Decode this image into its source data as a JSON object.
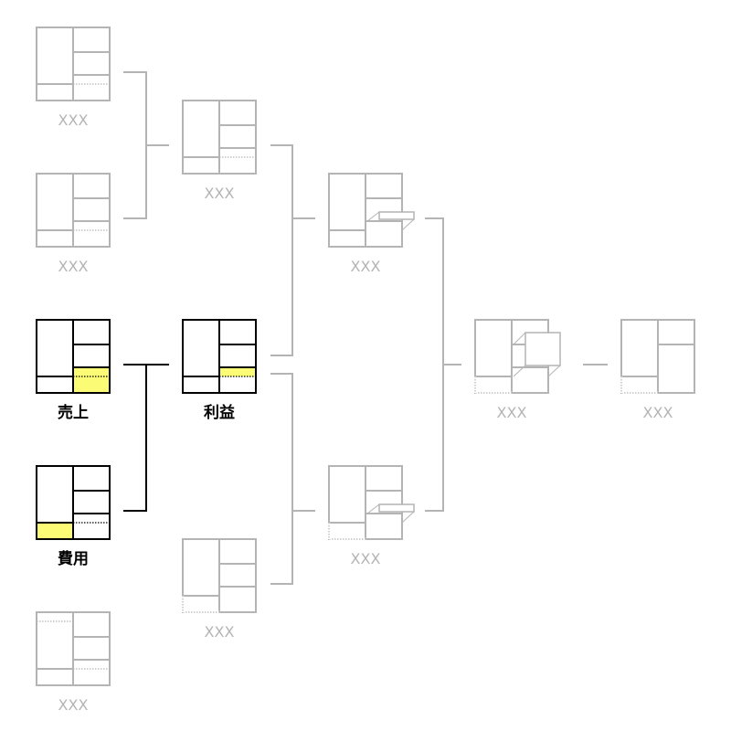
{
  "colors": {
    "active": "#000000",
    "inactive": "#b4b4b4",
    "highlight": "#fbfb75",
    "background": "#ffffff"
  },
  "nodes": [
    {
      "id": "n1",
      "label": "XXX",
      "active": false,
      "highlight": "none"
    },
    {
      "id": "n2",
      "label": "XXX",
      "active": false,
      "highlight": "none"
    },
    {
      "id": "n3",
      "label": "売上",
      "active": true,
      "highlight": "right-bottom"
    },
    {
      "id": "n4",
      "label": "費用",
      "active": true,
      "highlight": "left-bottom"
    },
    {
      "id": "n5",
      "label": "XXX",
      "active": false,
      "highlight": "none"
    },
    {
      "id": "n6",
      "label": "XXX",
      "active": false,
      "highlight": "none"
    },
    {
      "id": "n7",
      "label": "利益",
      "active": true,
      "highlight": "right-bottom-band"
    },
    {
      "id": "n8",
      "label": "XXX",
      "active": false,
      "highlight": "none"
    },
    {
      "id": "n9",
      "label": "XXX",
      "active": false,
      "highlight": "none"
    },
    {
      "id": "n10",
      "label": "XXX",
      "active": false,
      "highlight": "none"
    },
    {
      "id": "n11",
      "label": "XXX",
      "active": false,
      "highlight": "none"
    },
    {
      "id": "n12",
      "label": "XXX",
      "active": false,
      "highlight": "none"
    }
  ]
}
